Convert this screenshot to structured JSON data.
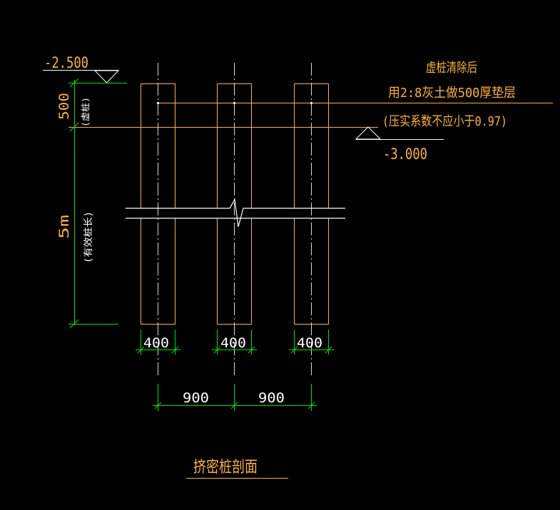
{
  "drawing": {
    "title": "挤密桩剖面",
    "elevation_top": "-2.500",
    "elevation_bottom": "-3.000",
    "note_lines": [
      "虚桩清除后",
      "用2:8灰土做500厚垫层",
      "(压实系数不应小于0.97)"
    ],
    "dim_virtual_pile_value": "500",
    "dim_virtual_pile_note": "(虚桩)",
    "dim_effective_length_value": "5m",
    "dim_effective_length_note": "(有效桩长)",
    "pile_diameter_labels": [
      "400",
      "400",
      "400"
    ],
    "pile_spacing_labels": [
      "900",
      "900"
    ]
  },
  "colors": {
    "background": "#000000",
    "pile_outline": "#ffb23f",
    "text_orange": "#ffb23f",
    "dimension_green": "#00e000",
    "line_white": "#ffffff",
    "centerline": "#d9d9d9"
  }
}
